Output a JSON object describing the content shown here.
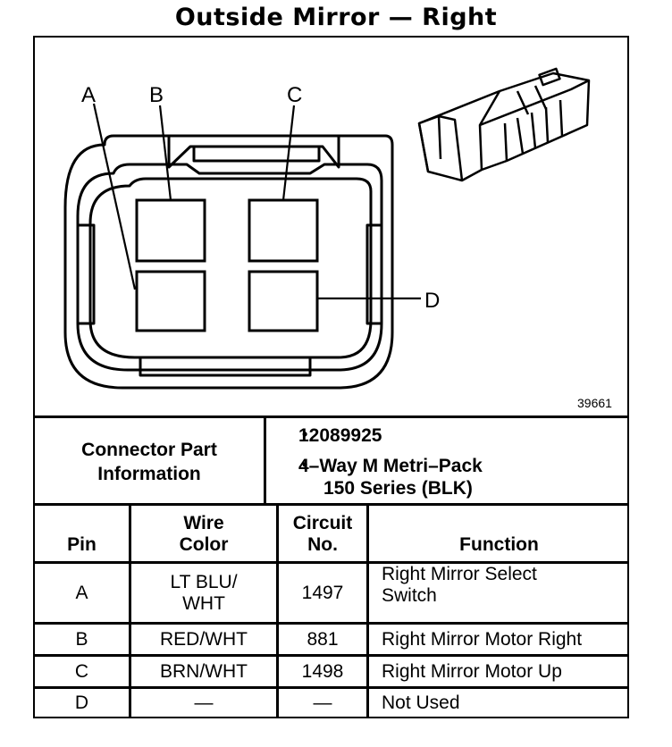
{
  "title": "Outside Mirror — Right",
  "figure_number": "39661",
  "pin_labels": {
    "a": "A",
    "b": "B",
    "c": "C",
    "d": "D"
  },
  "connector_info": {
    "label_line1": "Connector Part",
    "label_line2": "Information",
    "bullet": "•",
    "part_number": "12089925",
    "description_line1": "4–Way M Metri–Pack",
    "description_line2": "150 Series (BLK)"
  },
  "table": {
    "headers": {
      "pin": "Pin",
      "wire_line1": "Wire",
      "wire_line2": "Color",
      "circuit_line1": "Circuit",
      "circuit_line2": "No.",
      "function": "Function"
    },
    "rows": [
      {
        "pin": "A",
        "wire_line1": "LT BLU/",
        "wire_line2": "WHT",
        "circuit": "1497",
        "function_line1": "Right Mirror Select",
        "function_line2": "Switch"
      },
      {
        "pin": "B",
        "wire_line1": "RED/WHT",
        "wire_line2": "",
        "circuit": "881",
        "function_line1": "Right Mirror Motor Right",
        "function_line2": ""
      },
      {
        "pin": "C",
        "wire_line1": "BRN/WHT",
        "wire_line2": "",
        "circuit": "1498",
        "function_line1": "Right Mirror Motor Up",
        "function_line2": ""
      },
      {
        "pin": "D",
        "wire_line1": "—",
        "wire_line2": "",
        "circuit": "—",
        "function_line1": "Not Used",
        "function_line2": ""
      }
    ]
  }
}
